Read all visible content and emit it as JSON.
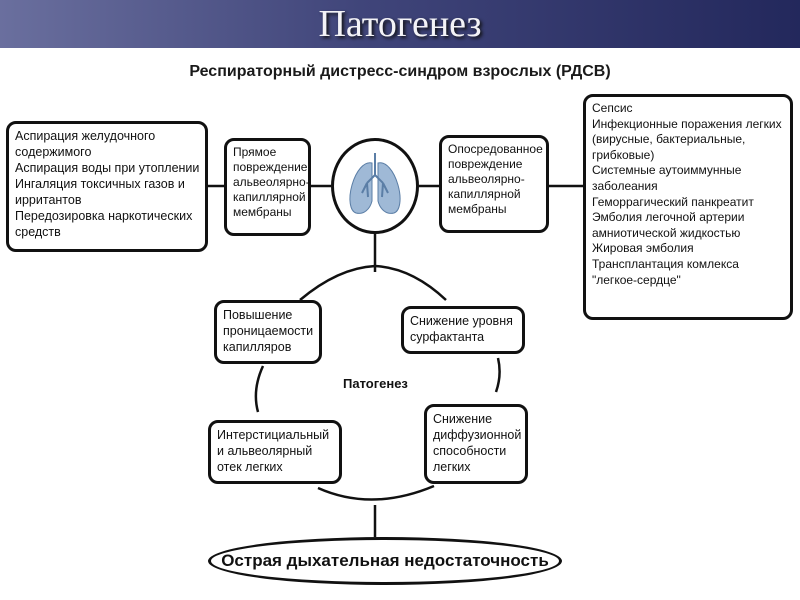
{
  "slide_title": "Патогенез",
  "diagram_title": "Респираторный дистресс-синдром взрослых (РДСВ)",
  "left_causes": [
    "Аспирация желудочного",
    "содержимого",
    "Аспирация воды при утоплении",
    "Ингаляция токсичных газов и",
    "ирритантов",
    "Передозировка наркотических",
    "средств"
  ],
  "direct_injury": [
    "Прямое",
    "повреждение",
    "альвеолярно-",
    "капиллярной",
    "мембраны"
  ],
  "indirect_injury": [
    "Опосредованное",
    "повреждение",
    "альвеолярно-",
    "капиллярной",
    "мембраны"
  ],
  "right_causes": [
    "Сепсис",
    "Инфекционные поражения легких",
    "(вирусные, бактериальные,",
    "грибковые)",
    "Системные аутоиммунные",
    "заболеания",
    "Геморрагический панкреатит",
    "Эмболия легочной артерии",
    "амниотической жидкостью",
    "Жировая эмболия",
    "Трансплантация комлекса",
    "\"легкое-сердце\""
  ],
  "lung_icon": "lungs-icon",
  "cycle": {
    "label": "Патогенез",
    "permeability": [
      "Повышение",
      "проницаемости",
      "капилляров"
    ],
    "surfactant": [
      "Снижение уровня",
      "сурфактанта"
    ],
    "diffusion": [
      "Снижение",
      "диффузионной",
      "способности",
      "легких"
    ],
    "edema": [
      "Интерстициальный",
      "и альвеолярный",
      "отек легких"
    ]
  },
  "outcome": "Острая дыхательная недостаточность"
}
